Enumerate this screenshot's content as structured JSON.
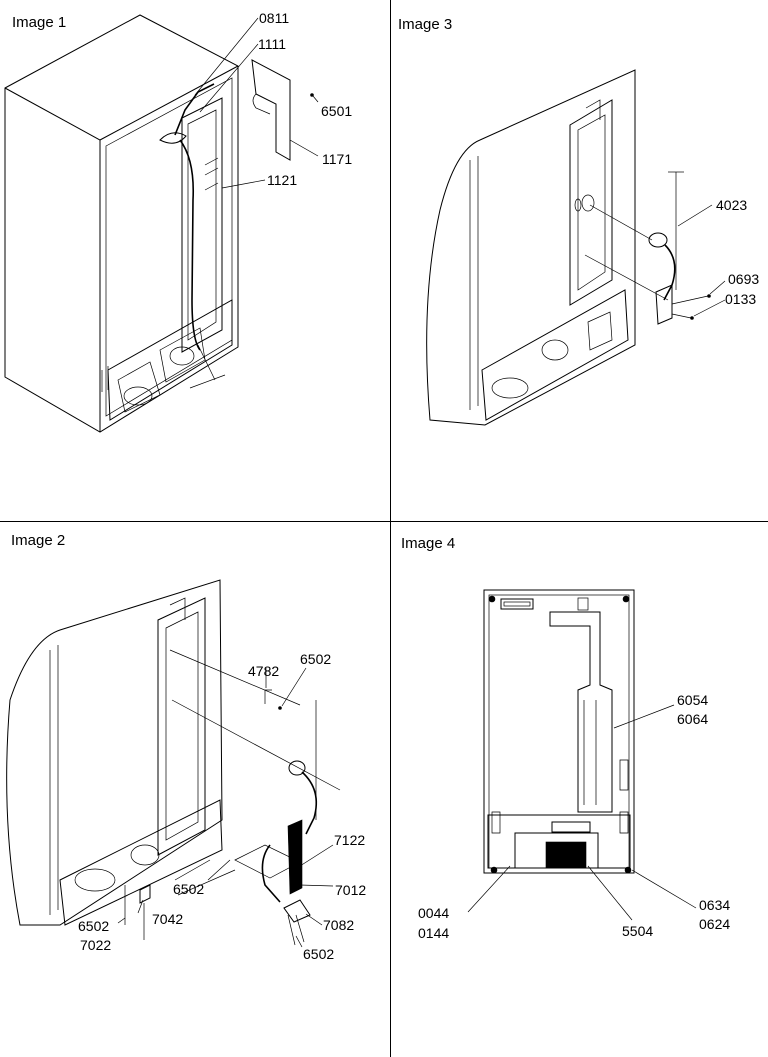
{
  "panels": {
    "image1": {
      "title": "Image 1",
      "callouts": {
        "c0811": "0811",
        "c1111": "1111",
        "c6501": "6501",
        "c1171": "1171",
        "c1121": "1121"
      }
    },
    "image3": {
      "title": "Image 3",
      "callouts": {
        "c4023": "4023",
        "c0693": "0693",
        "c0133": "0133"
      }
    },
    "image2": {
      "title": "Image 2",
      "callouts": {
        "c4782": "4782",
        "c6502a": "6502",
        "c7122": "7122",
        "c6502b": "6502",
        "c7012": "7012",
        "c6502c": "6502",
        "c7042": "7042",
        "c7082": "7082",
        "c7022": "7022",
        "c6502d": "6502"
      }
    },
    "image4": {
      "title": "Image 4",
      "callouts": {
        "c6054": "6054",
        "c6064": "6064",
        "c0044": "0044",
        "c0144": "0144",
        "c5504": "5504",
        "c0634": "0634",
        "c0624": "0624"
      }
    }
  }
}
